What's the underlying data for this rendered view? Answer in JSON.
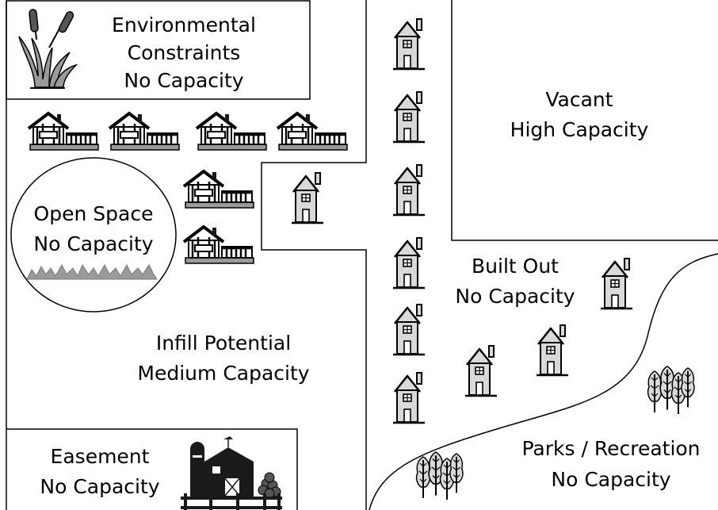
{
  "zones": {
    "environmental": {
      "line1": "Environmental",
      "line2": "Constraints",
      "line3": "No Capacity"
    },
    "vacant": {
      "line1": "Vacant",
      "line2": "High Capacity"
    },
    "open_space": {
      "line1": "Open Space",
      "line2": "No Capacity"
    },
    "built_out": {
      "line1": "Built Out",
      "line2": "No Capacity"
    },
    "infill": {
      "line1": "Infill Potential",
      "line2": "Medium Capacity"
    },
    "easement": {
      "line1": "Easement",
      "line2": "No Capacity"
    },
    "parks": {
      "line1": "Parks / Recreation",
      "line2": "No Capacity"
    }
  },
  "icons": {
    "house": "house-icon",
    "townhouse": "townhouse-icon",
    "cattail": "cattail-plant-icon",
    "grass": "grass-icon",
    "tree": "tree-cluster-icon",
    "farm": "farm-barn-icon"
  },
  "colors": {
    "icon_fill": "#d9d9d9",
    "line": "#000000",
    "icon_dark": "#1a1a1a"
  }
}
